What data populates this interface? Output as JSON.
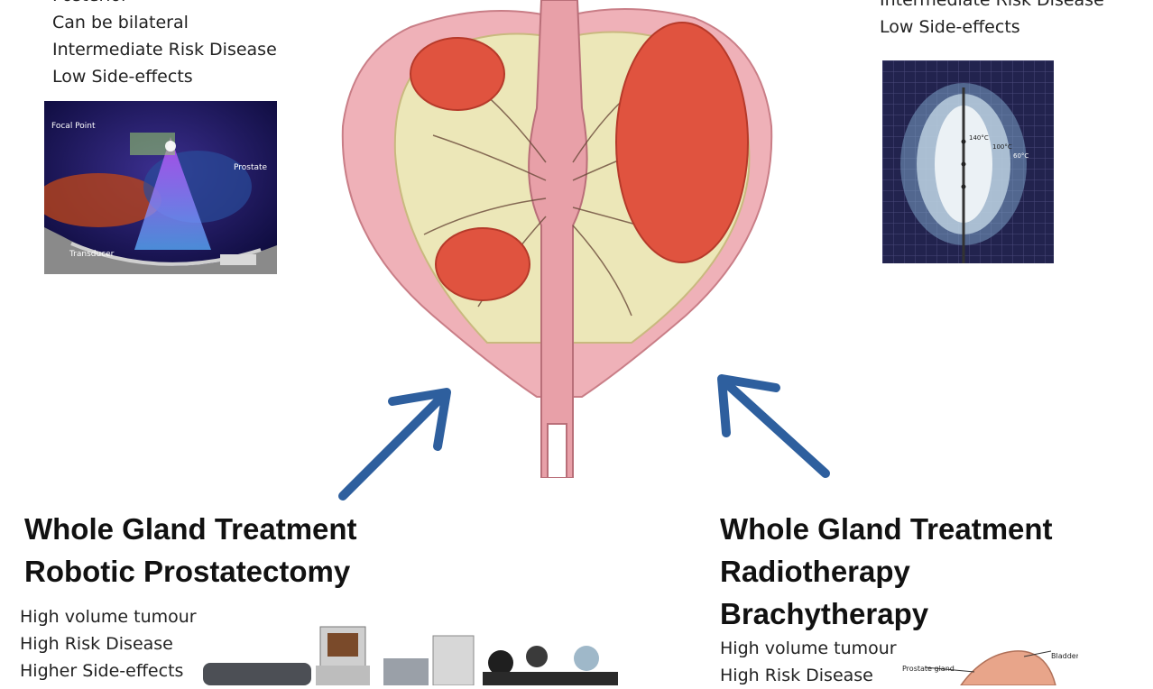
{
  "top_left": {
    "lines": [
      "Posterior",
      "Can be bilateral",
      "Intermediate Risk Disease",
      "Low Side-effects"
    ]
  },
  "top_right": {
    "lines": [
      "Intermediate Risk Disease",
      "Low Side-effects"
    ]
  },
  "hifu_image": {
    "labels": {
      "focal_point": "Focal Point",
      "prostate": "Prostate",
      "transducer": "Transducer"
    }
  },
  "brachy_image": {
    "labels": [
      "140°C",
      "100°C",
      "60°C"
    ]
  },
  "bottom_left": {
    "heading": [
      "Whole Gland Treatment",
      "Robotic Prostatectomy"
    ],
    "lines": [
      "High volume tumour",
      "High Risk Disease",
      "Higher Side-effects"
    ]
  },
  "bottom_right": {
    "heading": [
      "Whole Gland Treatment",
      "Radiotherapy",
      "Brachytherapy"
    ],
    "lines": [
      "High volume tumour",
      "High Risk Disease"
    ]
  },
  "anatomy_image": {
    "labels": {
      "prostate_gland": "Prostate gland",
      "bladder": "Bladder"
    }
  },
  "colors": {
    "arrow": "#2e5f9e",
    "tumour": "#e0533f",
    "gland": "#ece7b8",
    "capsule": "#efb1b8"
  }
}
